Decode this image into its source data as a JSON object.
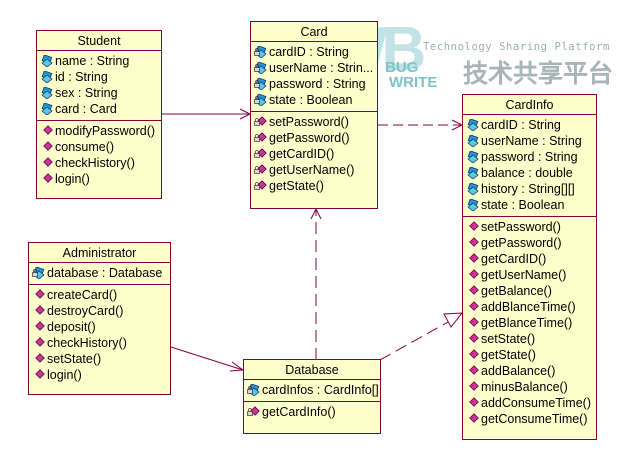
{
  "watermark": {
    "logo_letters": "WB",
    "bug": "BUG",
    "write": "WRITE",
    "tagline": "Technology Sharing Platform",
    "cn": "技术共享平台"
  },
  "classes": {
    "student": {
      "name": "Student",
      "attributes": [
        "name : String",
        "id : String",
        "sex : String",
        "card : Card"
      ],
      "operations": [
        "modifyPassword()",
        "consume()",
        "checkHistory()",
        "login()"
      ]
    },
    "card": {
      "name": "Card",
      "attributes": [
        "cardID : String",
        "userName : Strin...",
        "password : String",
        "state : Boolean"
      ],
      "operations": [
        "setPassword()",
        "getPassword()",
        "getCardID()",
        "getUserName()",
        "getState()"
      ]
    },
    "cardinfo": {
      "name": "CardInfo",
      "attributes": [
        "cardID : String",
        "userName : String",
        "password : String",
        "balance : double",
        "history : String[][]",
        "state : Boolean"
      ],
      "operations": [
        "setPassword()",
        "getPassword()",
        "getCardID()",
        "getUserName()",
        "getBalance()",
        "addBlanceTime()",
        "getBlanceTime()",
        "setState()",
        "getState()",
        "addBalance()",
        "minusBalance()",
        "addConsumeTime()",
        "getConsumeTime()"
      ]
    },
    "administrator": {
      "name": "Administrator",
      "attributes": [
        "database : Database"
      ],
      "operations": [
        "createCard()",
        "destroyCard()",
        "deposit()",
        "checkHistory()",
        "setState()",
        "login()"
      ]
    },
    "database": {
      "name": "Database",
      "attributes": [
        "cardInfos : CardInfo[]"
      ],
      "operations": [
        "getCardInfo()"
      ]
    }
  },
  "colors": {
    "box_fill": "#ffffcc",
    "box_border": "#800040",
    "line": "#800040"
  }
}
